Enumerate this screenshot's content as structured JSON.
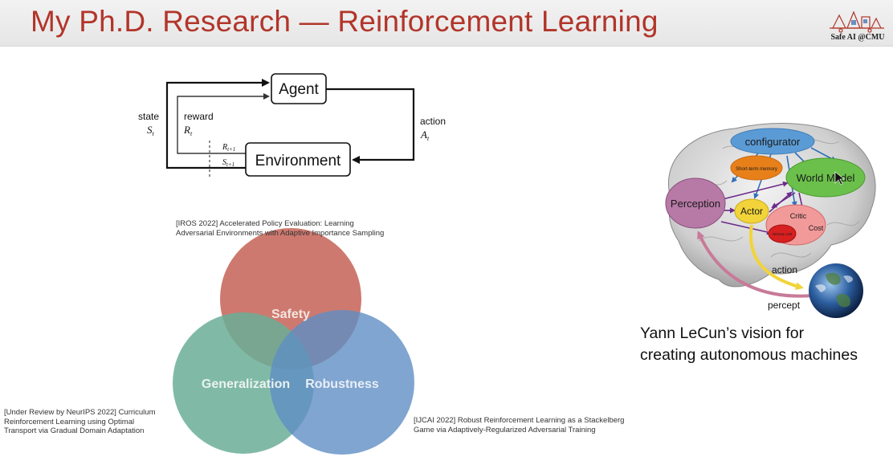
{
  "slide": {
    "title": "My Ph.D. Research — Reinforcement Learning",
    "logo_text": "Safe AI @CMU"
  },
  "rl_diagram": {
    "agent": "Agent",
    "environment": "Environment",
    "state_label": "state",
    "state_symbol": "S",
    "state_sub": "t",
    "reward_label": "reward",
    "reward_symbol": "R",
    "reward_sub": "t",
    "action_label": "action",
    "action_symbol": "A",
    "action_sub": "t",
    "next_reward_symbol": "R",
    "next_reward_sub": "t+1",
    "next_state_symbol": "S",
    "next_state_sub": "t+1"
  },
  "venn": {
    "safety": "Safety",
    "generalization": "Generalization",
    "robustness": "Robustness",
    "colors": {
      "safety": "#c96a5f",
      "generalization": "#6aae98",
      "robustness": "#5f8ec4"
    }
  },
  "papers": {
    "iros": [
      "[IROS 2022] Accelerated Policy Evaluation: Learning",
      "Adversarial Environments with Adaptive Importance Sampling"
    ],
    "neurips": [
      "[Under Review by NeurIPS 2022] Curriculum",
      "Reinforcement Learning using Optimal",
      "Transport via Gradual Domain Adaptation"
    ],
    "ijcai": [
      "[IJCAI 2022] Robust Reinforcement Learning as a Stackelberg",
      "Game via Adaptively-Regularized Adversarial Training"
    ]
  },
  "brain": {
    "configurator": "configurator",
    "short_term_memory": "Short-term memory",
    "world_model": "World Model",
    "perception": "Perception",
    "actor": "Actor",
    "critic": "Critic",
    "intrinsic_cost": "Intrinsic cost",
    "cost": "Cost",
    "action": "action",
    "percept": "percept"
  },
  "vision_caption": [
    "Yann LeCun’s vision for",
    "creating autonomous machines"
  ]
}
